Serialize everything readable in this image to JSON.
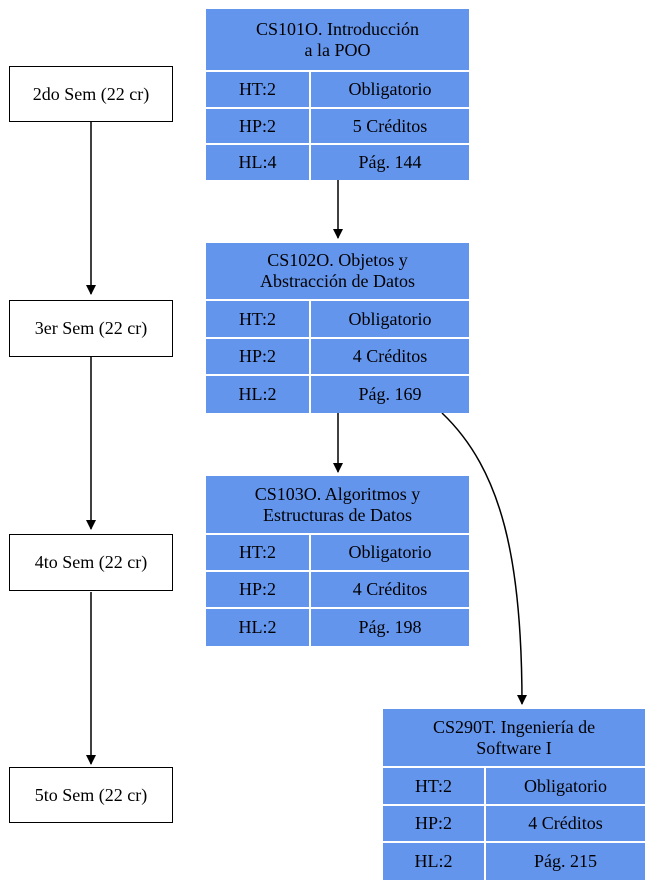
{
  "semesters": [
    {
      "label": "2do Sem (22 cr)"
    },
    {
      "label": "3er Sem (22 cr)"
    },
    {
      "label": "4to Sem (22 cr)"
    },
    {
      "label": "5to Sem (22 cr)"
    }
  ],
  "courses": [
    {
      "title": "CS101O. Introducción a la POO",
      "ht": "HT:2",
      "hp": "HP:2",
      "hl": "HL:4",
      "type": "Obligatorio",
      "credits": "5 Créditos",
      "page": "Pág. 144"
    },
    {
      "title": "CS102O. Objetos y Abstracción de Datos",
      "ht": "HT:2",
      "hp": "HP:2",
      "hl": "HL:2",
      "type": "Obligatorio",
      "credits": "4 Créditos",
      "page": "Pág. 169"
    },
    {
      "title": "CS103O. Algoritmos y Estructuras de Datos",
      "ht": "HT:2",
      "hp": "HP:2",
      "hl": "HL:2",
      "type": "Obligatorio",
      "credits": "4 Créditos",
      "page": "Pág. 198"
    },
    {
      "title": "CS290T. Ingeniería de Software I",
      "ht": "HT:2",
      "hp": "HP:2",
      "hl": "HL:2",
      "type": "Obligatorio",
      "credits": "4 Créditos",
      "page": "Pág. 215"
    }
  ],
  "colors": {
    "course_fill": "#6495ed",
    "border": "#000000"
  }
}
